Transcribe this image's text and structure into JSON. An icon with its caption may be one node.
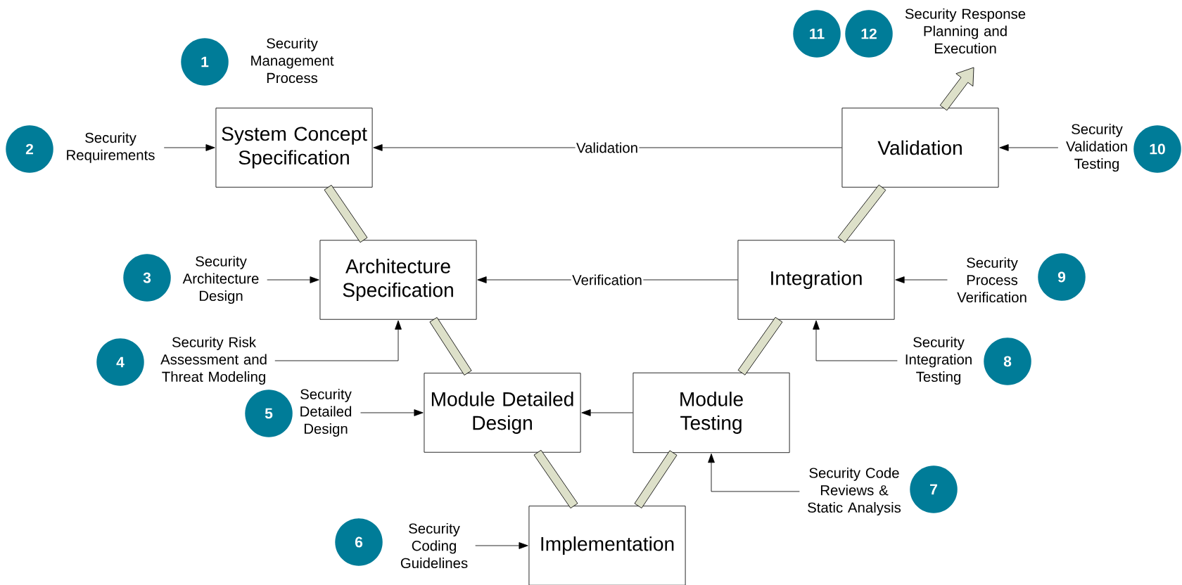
{
  "diagram": {
    "nodes": [
      {
        "text": [
          "System Concept Specification"
        ]
      },
      {
        "text": [
          "Architecture Specification"
        ]
      },
      {
        "text": [
          "Module Detailed Design"
        ]
      },
      {
        "text": [
          "Implementation"
        ]
      },
      {
        "text": [
          "Module Testing"
        ]
      },
      {
        "text": [
          "Integration"
        ]
      },
      {
        "text": [
          "Validation"
        ]
      },
      {
        "text": [
          "1"
        ],
        "beside": [
          "Security Management Process"
        ]
      },
      {
        "text": [
          "2"
        ]
      },
      {
        "text": [
          "Security Requirements"
        ]
      },
      {
        "text": [
          "3"
        ]
      },
      {
        "text": [
          "Security Architecture Design"
        ]
      },
      {
        "text": [
          "4"
        ]
      },
      {
        "text": [
          "Security Risk Assessment and Threat Modeling"
        ]
      },
      {
        "text": [
          "5"
        ]
      },
      {
        "text": [
          "Security Detailed Design"
        ]
      },
      {
        "text": [
          "6"
        ]
      },
      {
        "text": [
          "Security Coding Guidelines"
        ]
      },
      {
        "text": [
          "7"
        ]
      },
      {
        "text": [
          "Security Code Reviews & Static Analysis"
        ]
      },
      {
        "text": [
          "8"
        ]
      },
      {
        "text": [
          "Security Integration Testing"
        ]
      },
      {
        "text": [
          "9"
        ]
      },
      {
        "text": [
          "Security Process Verification"
        ]
      },
      {
        "text": [
          "10"
        ]
      },
      {
        "text": [
          "Security Validation Testing"
        ]
      },
      {
        "text": [
          "11"
        ]
      },
      {
        "text": [
          "12"
        ]
      },
      {
        "text": [
          "Security Response Planning and Execution"
        ]
      }
    ],
    "edges": [
      {
        "from": 6,
        "to": 0,
        "arrow": "to",
        "label": "Validation"
      },
      {
        "from": 5,
        "to": 1,
        "arrow": "to",
        "label": "Verification"
      },
      {
        "from": 4,
        "to": 2,
        "arrow": "to"
      },
      {
        "from": 0,
        "to": 1,
        "arrow": "none",
        "style": "thick",
        "color": "#dde0c9"
      },
      {
        "from": 1,
        "to": 2,
        "arrow": "none",
        "style": "thick",
        "color": "#dde0c9"
      },
      {
        "from": 2,
        "to": 3,
        "arrow": "none",
        "style": "thick",
        "color": "#dde0c9"
      },
      {
        "from": 3,
        "to": 4,
        "arrow": "none",
        "style": "thick",
        "color": "#dde0c9"
      },
      {
        "from": 4,
        "to": 5,
        "arrow": "none",
        "style": "thick",
        "color": "#dde0c9"
      },
      {
        "from": 5,
        "to": 6,
        "arrow": "none",
        "style": "thick",
        "color": "#dde0c9"
      },
      {
        "from": 6,
        "to": 28,
        "arrow": "to",
        "style": "thick",
        "color": "#dde0c9"
      },
      {
        "from": 9,
        "to": 0,
        "arrow": "to"
      },
      {
        "from": 11,
        "to": 1,
        "arrow": "to"
      },
      {
        "from": 13,
        "to": 1,
        "arrow": "to"
      },
      {
        "from": 15,
        "to": 2,
        "arrow": "to"
      },
      {
        "from": 17,
        "to": 3,
        "arrow": "to"
      },
      {
        "from": 19,
        "to": 4,
        "arrow": "to"
      },
      {
        "from": 21,
        "to": 5,
        "arrow": "to"
      },
      {
        "from": 23,
        "to": 5,
        "arrow": "to"
      },
      {
        "from": 25,
        "to": 6,
        "arrow": "to"
      }
    ]
  }
}
